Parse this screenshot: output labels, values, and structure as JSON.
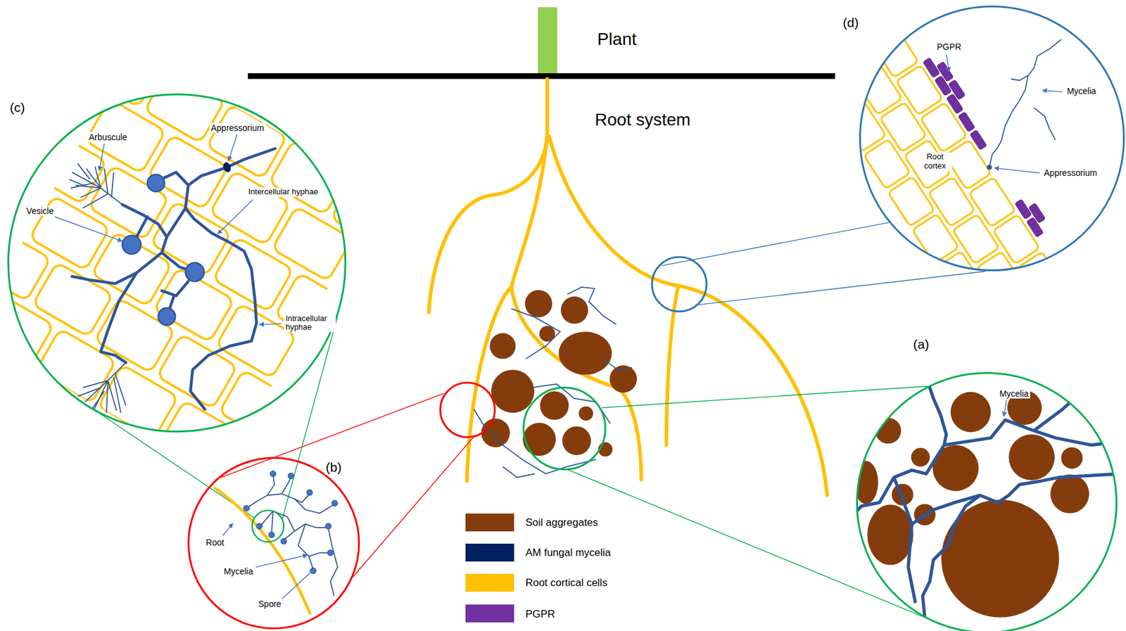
{
  "diagram": {
    "nodes": [
      {
        "text": [
          "(a)",
          "Mycelia"
        ]
      },
      {
        "text": [
          "(b)",
          "Root",
          "Mycelia",
          "Spore"
        ]
      },
      {
        "text": [
          "(c)",
          "Appressorium",
          "Arbuscule",
          "Intercellular hyphae",
          "Vesicle",
          "Intracellular hyphae"
        ]
      },
      {
        "text": [
          "(d)",
          "PGPR",
          "Mycelia",
          "Root cortex",
          "Appressorium"
        ]
      }
    ],
    "labels": [
      "Plant",
      "Root system"
    ],
    "legend": [
      {
        "text": "Soil aggregates",
        "color": "#843c0c"
      },
      {
        "text": "AM fungal mycelia",
        "color": "#002060"
      },
      {
        "text": "Root cortical cells",
        "color": "#ffc000"
      },
      {
        "text": "PGPR",
        "color": "#7030a0"
      }
    ]
  }
}
